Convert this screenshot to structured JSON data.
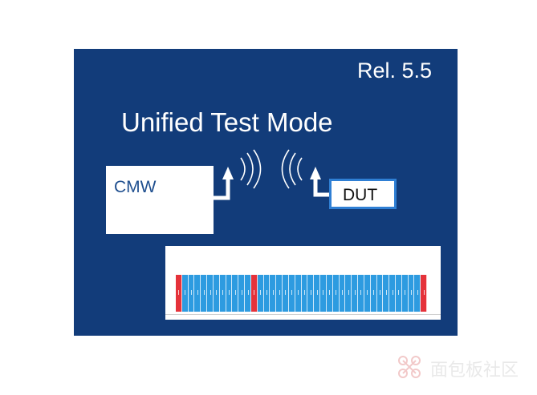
{
  "slide": {
    "release": "Rel. 5.5",
    "title": "Unified Test Mode",
    "cmw_label": "CMW",
    "dut_label": "DUT"
  },
  "frame": {
    "slot_count": 40,
    "red_slots": [
      0,
      12,
      39
    ],
    "colors": {
      "normal": "#2d9be0",
      "special": "#e5323a",
      "panel": "#ffffff"
    }
  },
  "colors": {
    "background": "#123c7a",
    "box": "#ffffff",
    "dut_border": "#2f7fd4",
    "arrow": "#ffffff"
  },
  "watermark": {
    "text": "面包板社区"
  }
}
